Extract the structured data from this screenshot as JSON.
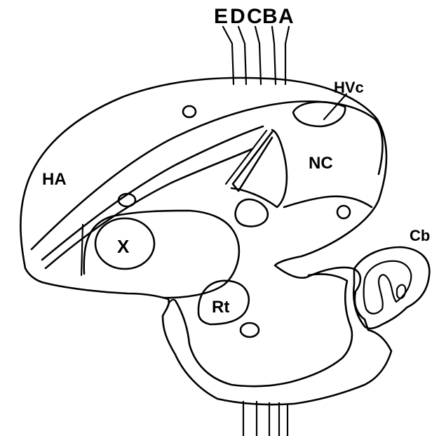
{
  "labels": {
    "tracts": [
      "E",
      "D",
      "C",
      "B",
      "A"
    ],
    "hvc": "HVc",
    "nc": "NC",
    "ha": "HA",
    "x": "X",
    "rt": "Rt",
    "cb": "Cb"
  }
}
